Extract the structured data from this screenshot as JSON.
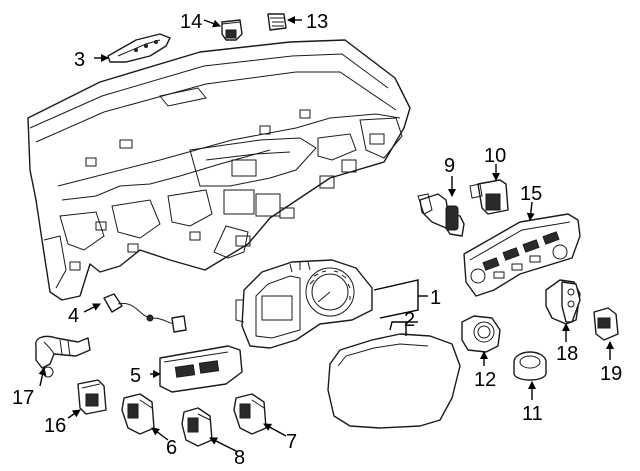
{
  "diagram": {
    "callouts": [
      {
        "id": "1",
        "label": "1"
      },
      {
        "id": "2",
        "label": "2"
      },
      {
        "id": "3",
        "label": "3"
      },
      {
        "id": "4",
        "label": "4"
      },
      {
        "id": "5",
        "label": "5"
      },
      {
        "id": "6",
        "label": "6"
      },
      {
        "id": "7",
        "label": "7"
      },
      {
        "id": "8",
        "label": "8"
      },
      {
        "id": "9",
        "label": "9"
      },
      {
        "id": "10",
        "label": "10"
      },
      {
        "id": "11",
        "label": "11"
      },
      {
        "id": "12",
        "label": "12"
      },
      {
        "id": "13",
        "label": "13"
      },
      {
        "id": "14",
        "label": "14"
      },
      {
        "id": "15",
        "label": "15"
      },
      {
        "id": "16",
        "label": "16"
      },
      {
        "id": "17",
        "label": "17"
      },
      {
        "id": "18",
        "label": "18"
      },
      {
        "id": "19",
        "label": "19"
      }
    ]
  },
  "colors": {
    "line": "#1a1a1a",
    "background": "#ffffff"
  }
}
